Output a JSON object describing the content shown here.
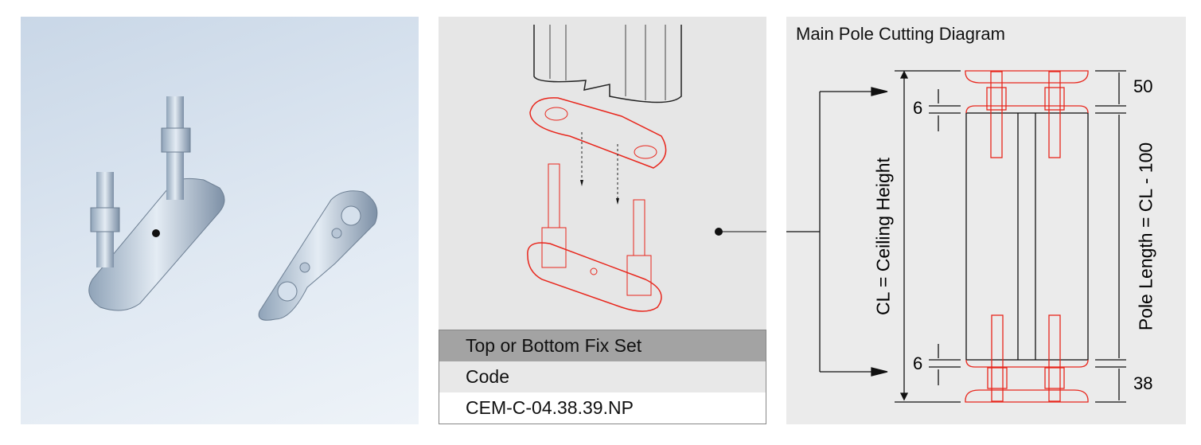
{
  "table": {
    "header": "Top or Bottom Fix Set",
    "label": "Code",
    "code": "CEM-C-04.38.39.NP"
  },
  "diagram": {
    "title": "Main Pole Cutting Diagram",
    "ceiling_label": "CL = Ceiling Height",
    "pole_label": "Pole Length = CL - 100",
    "dim_top": "50",
    "dim_bottom": "38",
    "gap_top": "6",
    "gap_bottom": "6"
  },
  "colors": {
    "red": "#e8261c",
    "panel": "#ebebeb",
    "header": "#a3a3a3"
  }
}
